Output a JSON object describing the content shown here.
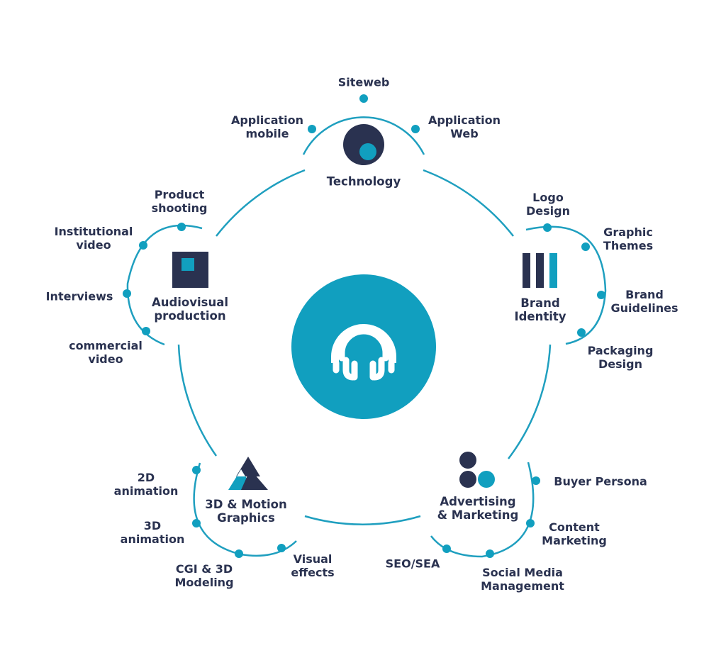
{
  "colors": {
    "navy": "#2a3250",
    "teal": "#119fbf",
    "line": "#1f9fbf",
    "white": "#ffffff"
  },
  "center": {
    "icon": "octopus-logo-icon"
  },
  "hubs": [
    {
      "id": "technology",
      "lines": [
        "Technology"
      ],
      "icon": "technology-circle-icon"
    },
    {
      "id": "brand-identity",
      "lines": [
        "Brand",
        "Identity"
      ],
      "icon": "brand-bars-icon"
    },
    {
      "id": "advertising-marketing",
      "lines": [
        "Advertising",
        "& Marketing"
      ],
      "icon": "advertising-circles-icon"
    },
    {
      "id": "3d-motion-graphics",
      "lines": [
        "3D & Motion",
        "Graphics"
      ],
      "icon": "motion-triangles-icon"
    },
    {
      "id": "audiovisual-production",
      "lines": [
        "Audiovisual",
        "production"
      ],
      "icon": "audiovisual-square-icon"
    }
  ],
  "services": [
    {
      "id": "siteweb",
      "lines": [
        "Siteweb"
      ]
    },
    {
      "id": "application-mobile",
      "lines": [
        "Application",
        "mobile"
      ]
    },
    {
      "id": "application-web",
      "lines": [
        "Application",
        "Web"
      ]
    },
    {
      "id": "logo-design",
      "lines": [
        "Logo",
        "Design"
      ]
    },
    {
      "id": "graphic-themes",
      "lines": [
        "Graphic",
        "Themes"
      ]
    },
    {
      "id": "brand-guidelines",
      "lines": [
        "Brand",
        "Guidelines"
      ]
    },
    {
      "id": "packaging-design",
      "lines": [
        "Packaging",
        "Design"
      ]
    },
    {
      "id": "buyer-persona",
      "lines": [
        "Buyer Persona"
      ]
    },
    {
      "id": "content-marketing",
      "lines": [
        "Content",
        "Marketing"
      ]
    },
    {
      "id": "social-media-management",
      "lines": [
        "Social Media",
        "Management"
      ]
    },
    {
      "id": "seo-sea",
      "lines": [
        "SEO/SEA"
      ]
    },
    {
      "id": "visual-effects",
      "lines": [
        "Visual",
        "effects"
      ]
    },
    {
      "id": "cgi-3d-modeling",
      "lines": [
        "CGI & 3D",
        "Modeling"
      ]
    },
    {
      "id": "3d-animation",
      "lines": [
        "3D",
        "animation"
      ]
    },
    {
      "id": "2d-animation",
      "lines": [
        "2D",
        "animation"
      ]
    },
    {
      "id": "product-shooting",
      "lines": [
        "Product",
        "shooting"
      ]
    },
    {
      "id": "institutional-video",
      "lines": [
        "Institutional",
        "video"
      ]
    },
    {
      "id": "interviews",
      "lines": [
        "Interviews"
      ]
    },
    {
      "id": "commercial-video",
      "lines": [
        "commercial",
        "video"
      ]
    }
  ]
}
